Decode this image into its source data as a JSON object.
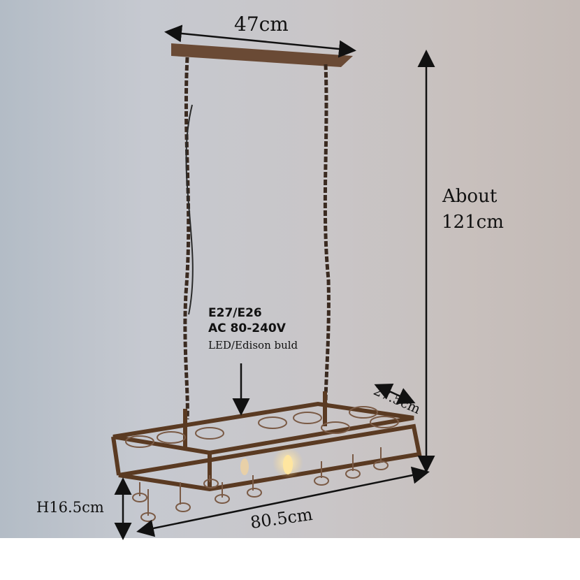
{
  "dimensions": {
    "top_width": "47cm",
    "height_about": "About",
    "height_value": "121cm",
    "depth": "27.5cm",
    "length": "80.5cm",
    "frame_height": "H16.5cm"
  },
  "bulb_spec": {
    "socket": "E27/E26",
    "voltage": "AC 80-240V",
    "bulb_type": "LED/Edison buld"
  },
  "colors": {
    "metal": "#5a3a22",
    "rust": "#8a5a3a",
    "wall": "#c6c8ce",
    "bulb_glow": "#ffd98a"
  }
}
